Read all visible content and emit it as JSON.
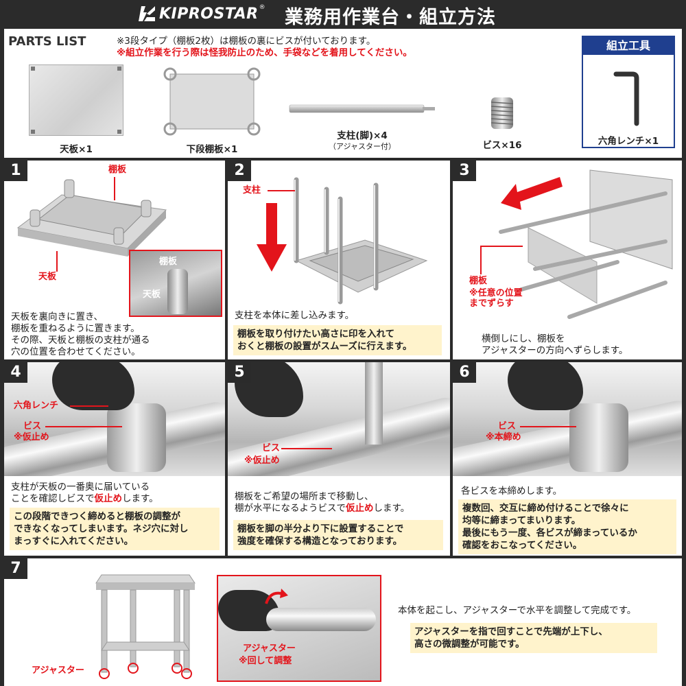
{
  "header": {
    "brand": "KIPROSTAR",
    "reg": "®",
    "title": "業務用作業台・組立方法"
  },
  "parts": {
    "title": "PARTS LIST",
    "note1": "※3段タイプ（棚板2枚）は棚板の裏にビスが付いております。",
    "note2": "※組立作業を行う際は怪我防止のため、手袋などを着用してください。",
    "items": [
      {
        "label": "天板×1"
      },
      {
        "label": "下段棚板×1"
      },
      {
        "label": "支柱(脚)×4",
        "sub": "（アジャスター付）"
      },
      {
        "label": "ビス×16"
      }
    ],
    "tool": {
      "head": "組立工具",
      "label": "六角レンチ×1"
    }
  },
  "steps": [
    {
      "num": "1",
      "labels": {
        "shelf": "棚板",
        "top": "天板",
        "inset_shelf": "棚板",
        "inset_top": "天板"
      },
      "text": "天板を裏向きに置き、\n棚板を重ねるように置きます。\nその際、天板と棚板の支柱が通る\n穴の位置を合わせてください。"
    },
    {
      "num": "2",
      "labels": {
        "post": "支柱"
      },
      "text": "支柱を本体に差し込みます。",
      "note": "棚板を取り付けたい高さに印を入れて\nおくと棚板の設置がスムーズに行えます。"
    },
    {
      "num": "3",
      "labels": {
        "shelf": "棚板",
        "shift": "※任意の位置\nまでずらす"
      },
      "text": "横倒しにし、棚板を\nアジャスターの方向へずらします。"
    },
    {
      "num": "4",
      "labels": {
        "wrench": "六角レンチ",
        "screw": "ビス",
        "temp": "※仮止め"
      },
      "text_a": "支柱が天板の一番奥に届いている\nことを確認しビスで",
      "text_red": "仮止め",
      "text_b": "します。",
      "note": "この段階できつく締めると棚板の調整が\nできなくなってしまいます。ネジ穴に対し\nまっすぐに入れてください。"
    },
    {
      "num": "5",
      "labels": {
        "screw": "ビス",
        "temp": "※仮止め"
      },
      "text_a": "棚板をご希望の場所まで移動し、\n棚が水平になるようビスで",
      "text_red": "仮止め",
      "text_b": "します。",
      "note": "棚板を脚の半分より下に設置することで\n強度を確保する構造となっております。"
    },
    {
      "num": "6",
      "labels": {
        "screw": "ビス",
        "final": "※本締め"
      },
      "text": "各ビスを本締めします。",
      "note": "複数回、交互に締め付けることで徐々に\n均等に締まってまいります。\n最後にもう一度、各ビスが締まっているか\n確認をおこなってください。"
    },
    {
      "num": "7",
      "labels": {
        "adjuster": "アジャスター",
        "adjuster2": "アジャスター",
        "turn": "※回して調整"
      },
      "text": "本体を起こし、アジャスターで水平を調整して完成です。",
      "note": "アジャスターを指で回すことで先端が上下し、\n高さの微調整が可能です。"
    }
  ],
  "colors": {
    "dark": "#2b2b2b",
    "accent_red": "#e3141b",
    "note_bg": "#fff3cc",
    "tool_blue": "#1f3f8f"
  }
}
